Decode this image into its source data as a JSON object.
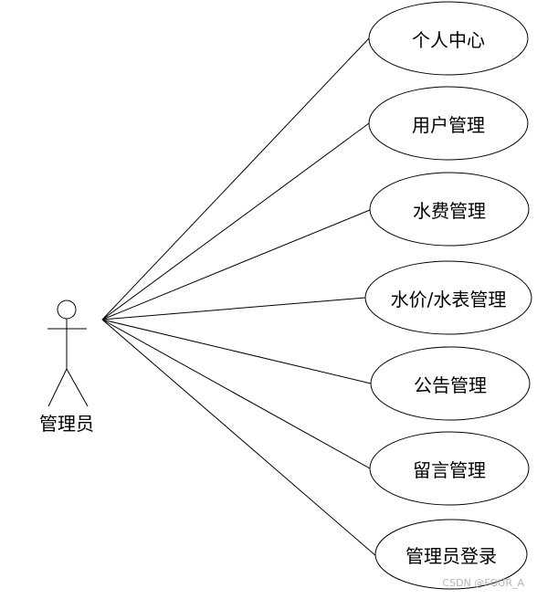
{
  "actor": {
    "name": "管理员"
  },
  "use_cases": [
    {
      "id": "personal-center",
      "label": "个人中心"
    },
    {
      "id": "user-management",
      "label": "用户管理"
    },
    {
      "id": "water-fee-management",
      "label": "水费管理"
    },
    {
      "id": "water-price-meter-management",
      "label": "水价/水表管理"
    },
    {
      "id": "announcement-management",
      "label": "公告管理"
    },
    {
      "id": "message-management",
      "label": "留言管理"
    },
    {
      "id": "admin-login",
      "label": "管理员登录"
    }
  ],
  "watermark": "CSDN @FOUR_A"
}
